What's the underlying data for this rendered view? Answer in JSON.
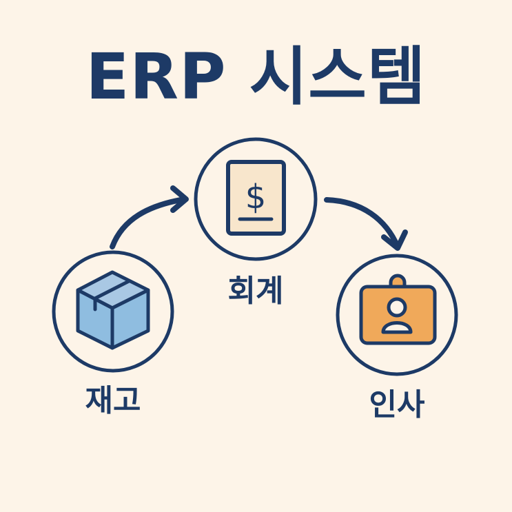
{
  "title": "ERP 시스템",
  "colors": {
    "background": "#fdf4e8",
    "stroke": "#1d3a66",
    "box_front": "#8fbde0",
    "box_top": "#a9c8e4",
    "document_fill": "#f8e6cc",
    "badge_fill": "#f0a95a",
    "person_fill": "#fdf4e8"
  },
  "nodes": [
    {
      "id": "inventory",
      "label": "재고",
      "icon": "package-box-icon"
    },
    {
      "id": "accounting",
      "label": "회계",
      "icon": "dollar-document-icon"
    },
    {
      "id": "hr",
      "label": "인사",
      "icon": "id-badge-icon"
    }
  ],
  "edges": [
    {
      "from": "inventory",
      "to": "accounting"
    },
    {
      "from": "accounting",
      "to": "hr"
    }
  ]
}
